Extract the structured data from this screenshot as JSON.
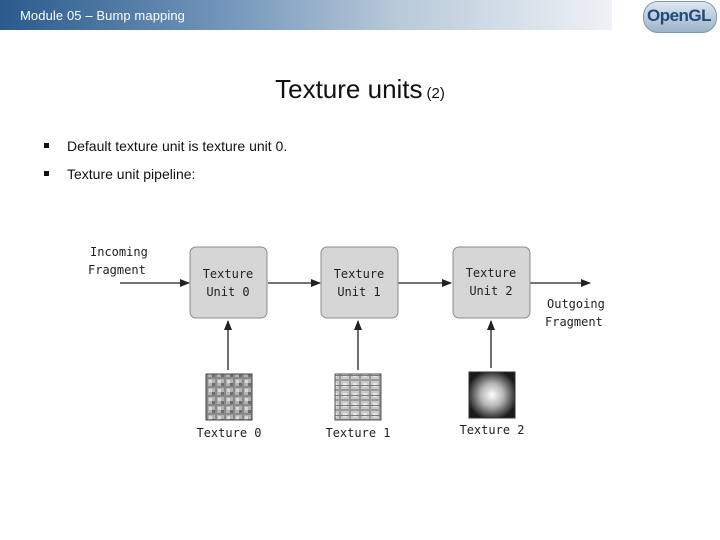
{
  "header": {
    "title": "Module 05 – Bump mapping"
  },
  "logo": {
    "text": "OpenGL"
  },
  "slide": {
    "title": "Texture units",
    "title_suffix": "(2)",
    "bullets": [
      "Default texture unit is texture unit 0.",
      "Texture unit pipeline:"
    ]
  },
  "diagram": {
    "input_label": [
      "Incoming",
      "Fragment"
    ],
    "output_label": [
      "Outgoing",
      "Fragment"
    ],
    "units": [
      {
        "line1": "Texture",
        "line2": "Unit 0",
        "texture_label": "Texture 0"
      },
      {
        "line1": "Texture",
        "line2": "Unit 1",
        "texture_label": "Texture 1"
      },
      {
        "line1": "Texture",
        "line2": "Unit 2",
        "texture_label": "Texture 2"
      }
    ]
  }
}
